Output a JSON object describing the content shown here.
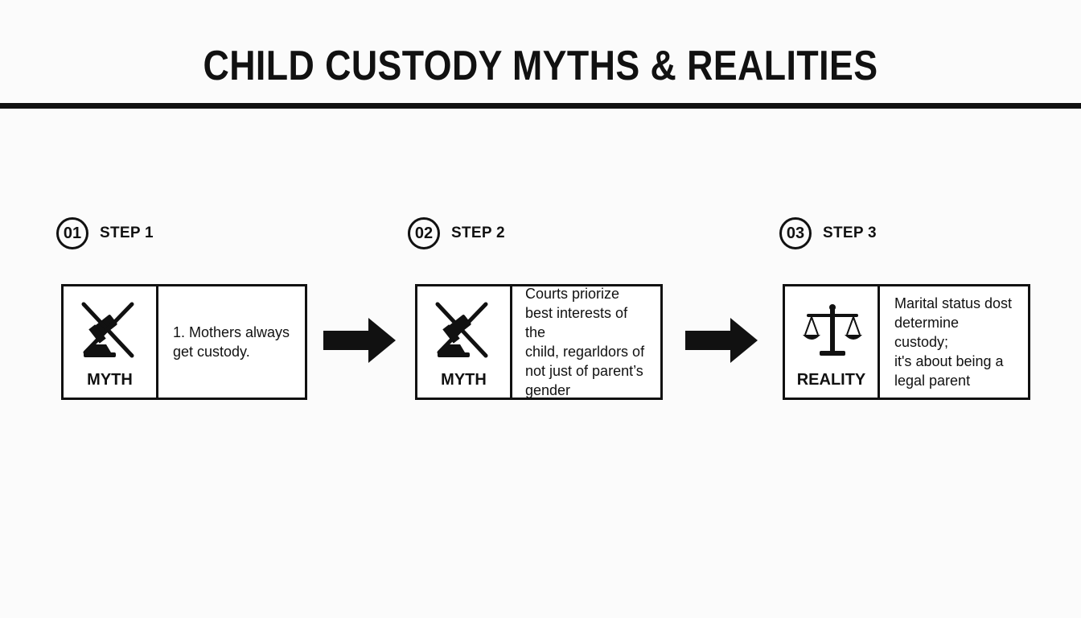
{
  "title": "CHILD CUSTODY MYTHS & REALITIES",
  "steps": [
    {
      "number": "01",
      "label": "STEP 1",
      "kind": "MYTH",
      "icon": "crossed-gavel-icon",
      "text": "1. Mothers always\nget custody."
    },
    {
      "number": "02",
      "label": "STEP 2",
      "kind": "MYTH",
      "icon": "crossed-gavel-icon",
      "text": "Courts priorize\nbest interests of the\nchild, regarldors of\nnot just of parent’s\ngender"
    },
    {
      "number": "03",
      "label": "STEP 3",
      "kind": "REALITY",
      "icon": "scales-of-justice-icon",
      "text": "Marital status dost\ndetermine custody;\nit's about being a\nlegal parent"
    }
  ],
  "colors": {
    "ink": "#111111",
    "background": "#fbfbfb"
  }
}
